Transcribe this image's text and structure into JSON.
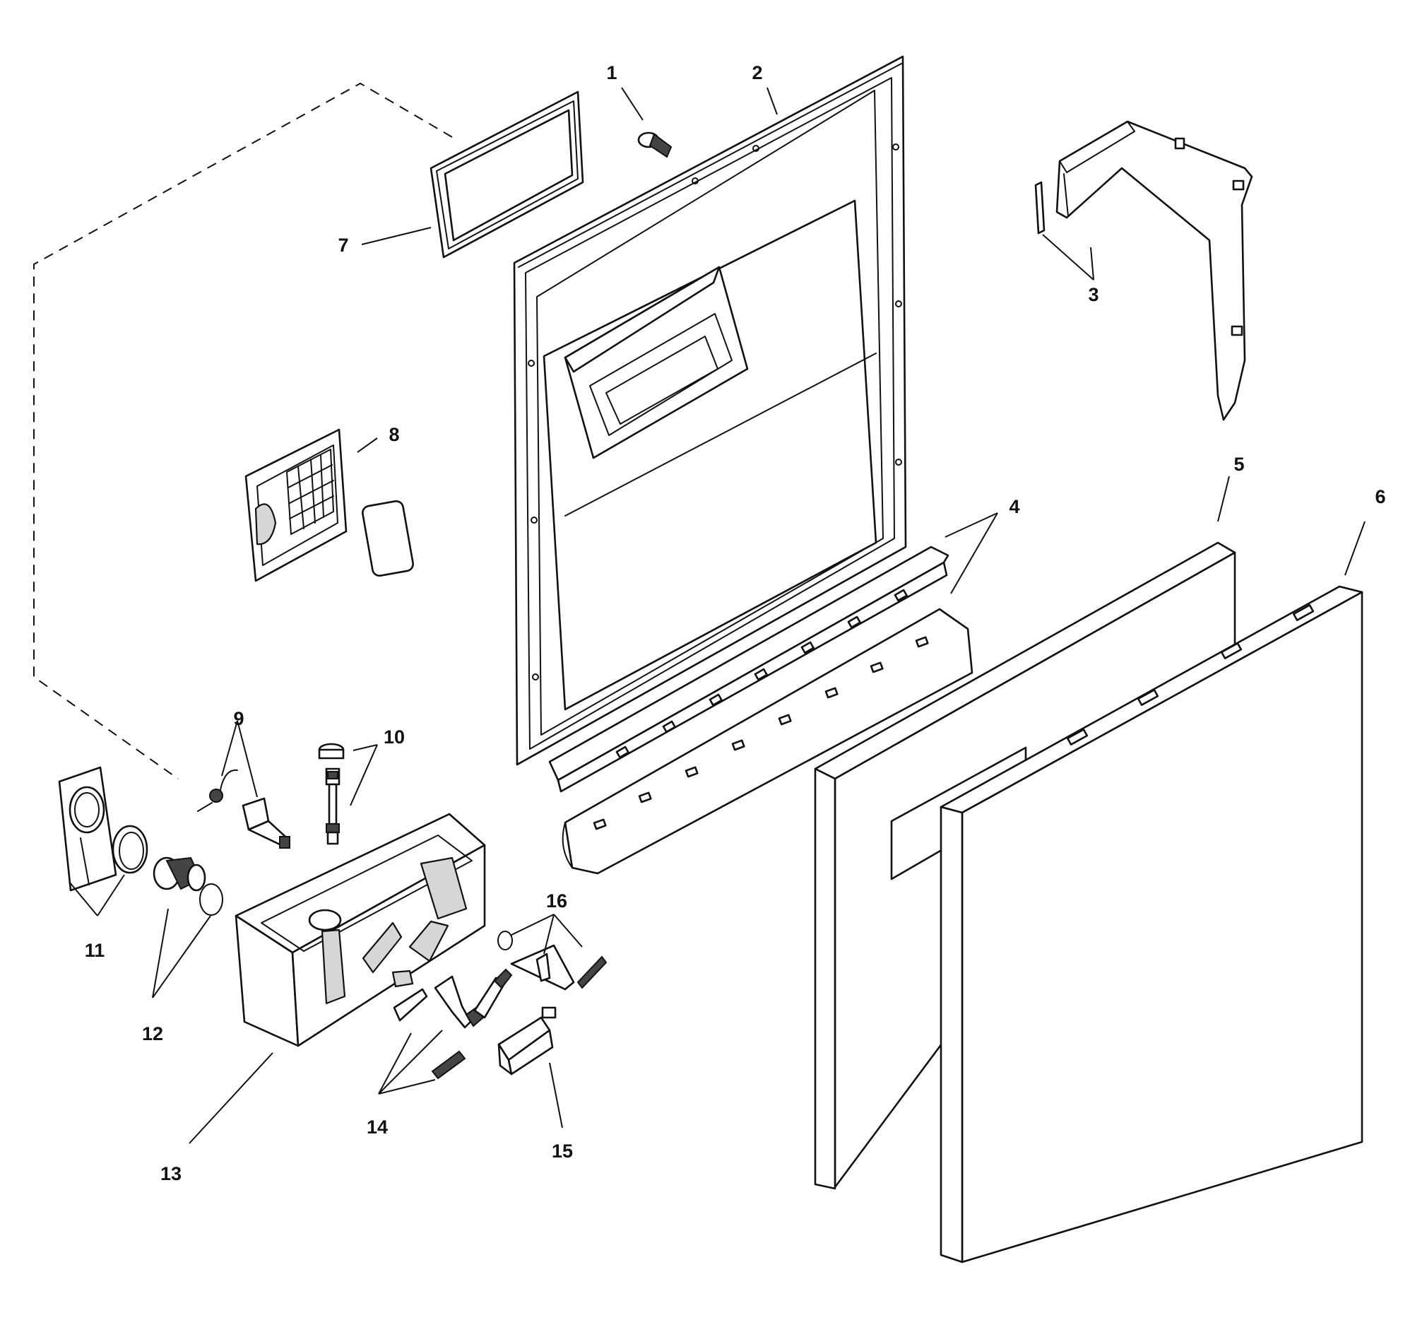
{
  "diagram": {
    "type": "exploded-parts-view",
    "callouts": [
      {
        "id": "p1",
        "label": "1"
      },
      {
        "id": "p2",
        "label": "2"
      },
      {
        "id": "p3",
        "label": "3"
      },
      {
        "id": "p4",
        "label": "4"
      },
      {
        "id": "p5",
        "label": "5"
      },
      {
        "id": "p6",
        "label": "6"
      },
      {
        "id": "p7",
        "label": "7"
      },
      {
        "id": "p8",
        "label": "8"
      },
      {
        "id": "p9",
        "label": "9"
      },
      {
        "id": "p10",
        "label": "10"
      },
      {
        "id": "p11",
        "label": "11"
      },
      {
        "id": "p12",
        "label": "12"
      },
      {
        "id": "p13",
        "label": "13"
      },
      {
        "id": "p14",
        "label": "14"
      },
      {
        "id": "p15",
        "label": "15"
      },
      {
        "id": "p16",
        "label": "16"
      }
    ],
    "colors": {
      "line": "#111111",
      "fill": "#ffffff",
      "shade": "#d6d6d6"
    }
  }
}
